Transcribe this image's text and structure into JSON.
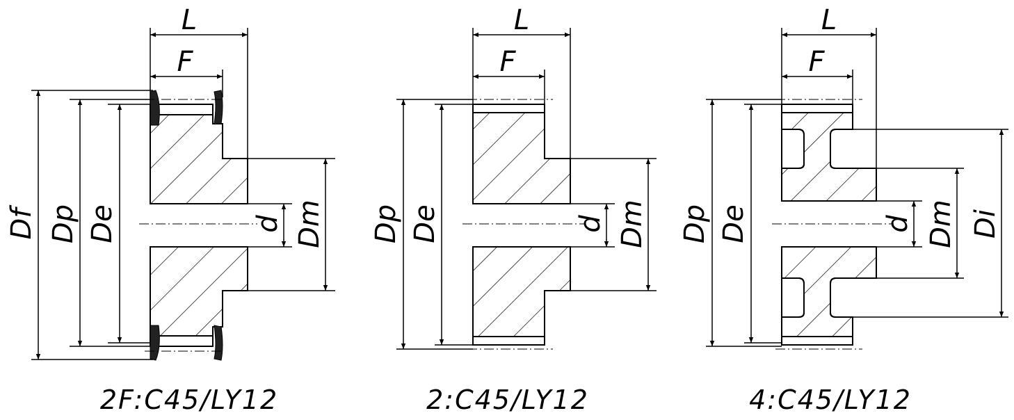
{
  "figures": [
    {
      "id": "type-2F",
      "caption": "2F:C45/LY12",
      "labels": {
        "L": "L",
        "F": "F",
        "Df": "Df",
        "Dp": "Dp",
        "De": "De",
        "d": "d",
        "Dm": "Dm"
      }
    },
    {
      "id": "type-2",
      "caption": "2:C45/LY12",
      "labels": {
        "L": "L",
        "F": "F",
        "Dp": "Dp",
        "De": "De",
        "d": "d",
        "Dm": "Dm"
      }
    },
    {
      "id": "type-4",
      "caption": "4:C45/LY12",
      "labels": {
        "L": "L",
        "F": "F",
        "Dp": "Dp",
        "De": "De",
        "d": "d",
        "Dm": "Dm",
        "Di": "Di"
      }
    }
  ]
}
